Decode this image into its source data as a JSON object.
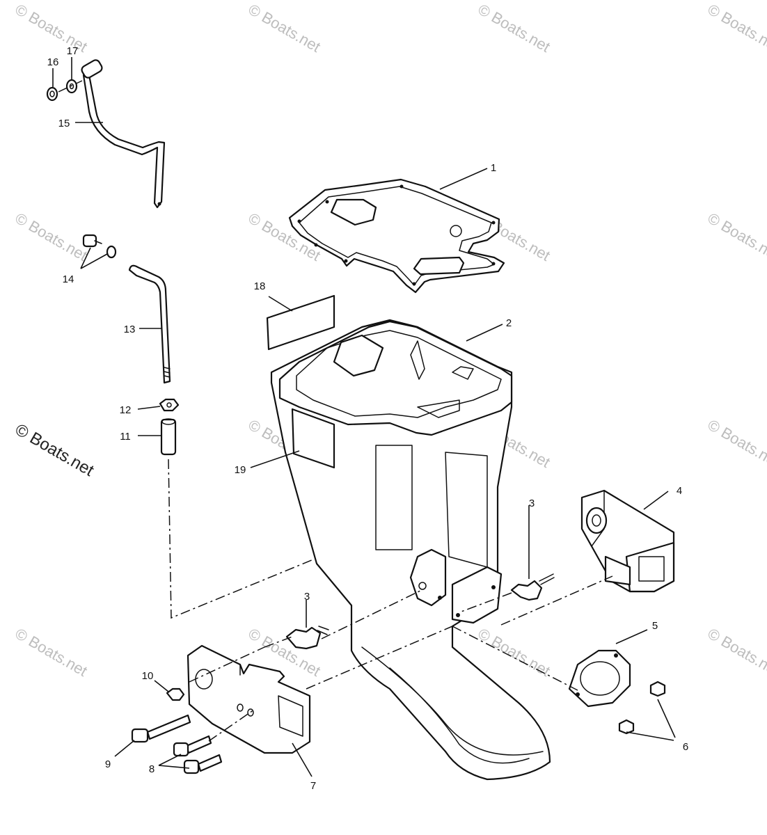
{
  "watermark": {
    "text": "© Boats.net",
    "main_text": "© Boats.net"
  },
  "callouts": {
    "c1": "1",
    "c2": "2",
    "c3a": "3",
    "c3b": "3",
    "c4": "4",
    "c5": "5",
    "c6": "6",
    "c7": "7",
    "c8": "8",
    "c9": "9",
    "c10": "10",
    "c11": "11",
    "c12": "12",
    "c13": "13",
    "c14": "14",
    "c15": "15",
    "c16": "16",
    "c17": "17",
    "c18": "18",
    "c19": "19"
  }
}
